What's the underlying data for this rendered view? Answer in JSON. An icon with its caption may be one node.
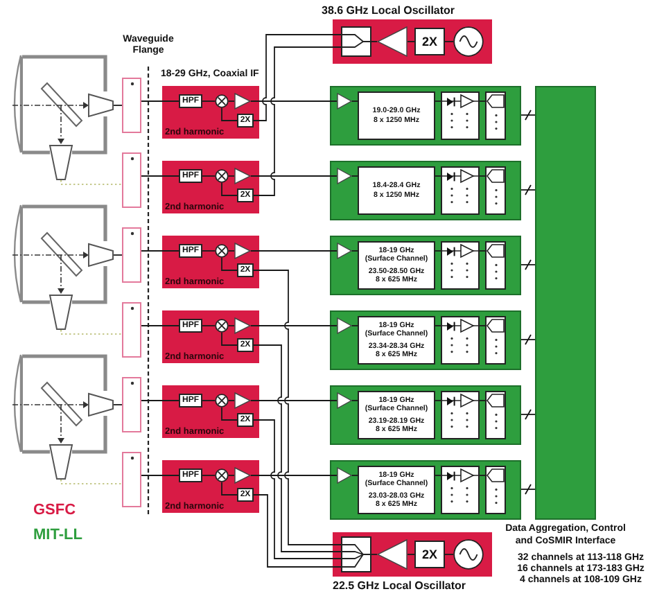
{
  "diagram": {
    "nodes": [
      {
        "text": [],
        "shape": "picture"
      },
      {
        "text": [],
        "shape": "picture"
      },
      {
        "text": [],
        "shape": "picture"
      },
      {
        "text": [],
        "shape": "box"
      },
      {
        "text": [],
        "shape": "box"
      },
      {
        "text": [],
        "shape": "box"
      },
      {
        "text": [],
        "shape": "box"
      },
      {
        "text": [],
        "shape": "box"
      },
      {
        "text": [],
        "shape": "box"
      },
      {
        "text": [
          "38.6 GHz Local Oscillator"
        ]
      },
      {
        "text": [],
        "shape": "box",
        "in": 9
      },
      {
        "text": [],
        "shape": "triangle",
        "in": 9
      },
      {
        "text": [
          "2X"
        ],
        "in": 9
      },
      {
        "text": [],
        "shape": "circle",
        "in": 9
      },
      {
        "text": [
          "2nd harmonic"
        ]
      },
      {
        "text": [
          "HPF"
        ],
        "in": 14
      },
      {
        "text": [],
        "shape": "circle",
        "in": 14
      },
      {
        "text": [],
        "shape": "triangle",
        "in": 14
      },
      {
        "text": [
          "2X"
        ],
        "in": 14
      },
      {
        "text": [
          "2nd harmonic"
        ]
      },
      {
        "text": [
          "HPF"
        ],
        "in": 19
      },
      {
        "text": [],
        "shape": "circle",
        "in": 19
      },
      {
        "text": [],
        "shape": "triangle",
        "in": 19
      },
      {
        "text": [
          "2X"
        ],
        "in": 19
      },
      {
        "text": [
          "2nd harmonic"
        ]
      },
      {
        "text": [
          "HPF"
        ],
        "in": 24
      },
      {
        "text": [],
        "shape": "circle",
        "in": 24
      },
      {
        "text": [],
        "shape": "triangle",
        "in": 24
      },
      {
        "text": [
          "2X"
        ],
        "in": 24
      },
      {
        "text": [
          "2nd harmonic"
        ]
      },
      {
        "text": [
          "HPF"
        ],
        "in": 29
      },
      {
        "text": [],
        "shape": "circle",
        "in": 29
      },
      {
        "text": [],
        "shape": "triangle",
        "in": 29
      },
      {
        "text": [
          "2X"
        ],
        "in": 29
      },
      {
        "text": [
          "2nd harmonic"
        ]
      },
      {
        "text": [
          "HPF"
        ],
        "in": 34
      },
      {
        "text": [],
        "shape": "circle",
        "in": 34
      },
      {
        "text": [],
        "shape": "triangle",
        "in": 34
      },
      {
        "text": [
          "2X"
        ],
        "in": 34
      },
      {
        "text": [
          "2nd harmonic"
        ]
      },
      {
        "text": [
          "HPF"
        ],
        "in": 39
      },
      {
        "text": [],
        "shape": "circle",
        "in": 39
      },
      {
        "text": [],
        "shape": "triangle",
        "in": 39
      },
      {
        "text": [
          "2X"
        ],
        "in": 39
      },
      {
        "text": [],
        "shape": "box"
      },
      {
        "text": [],
        "shape": "triangle",
        "in": 44
      },
      {
        "text": [
          "19.0-29.0 GHz 8 x 1250 MHz"
        ],
        "in": 44
      },
      {
        "text": [],
        "shape": "box",
        "in": 44
      },
      {
        "text": [],
        "shape": "box",
        "in": 44
      },
      {
        "text": [],
        "shape": "box"
      },
      {
        "text": [],
        "shape": "triangle",
        "in": 49
      },
      {
        "text": [
          "18.4-28.4 GHz 8 x 1250 MHz"
        ],
        "in": 49
      },
      {
        "text": [],
        "shape": "box",
        "in": 49
      },
      {
        "text": [],
        "shape": "box",
        "in": 49
      },
      {
        "text": [],
        "shape": "box"
      },
      {
        "text": [],
        "shape": "triangle",
        "in": 54
      },
      {
        "text": [
          "18-19 GHz (Surface Channel)",
          "23.50-28.50 GHz 8 x 625 MHz"
        ],
        "in": 54
      },
      {
        "text": [],
        "shape": "box",
        "in": 54
      },
      {
        "text": [],
        "shape": "box",
        "in": 54
      },
      {
        "text": [],
        "shape": "box"
      },
      {
        "text": [],
        "shape": "triangle",
        "in": 59
      },
      {
        "text": [
          "18-19 GHz (Surface Channel)",
          "23.34-28.34 GHz 8 x 625 MHz"
        ],
        "in": 59
      },
      {
        "text": [],
        "shape": "box",
        "in": 59
      },
      {
        "text": [],
        "shape": "box",
        "in": 59
      },
      {
        "text": [],
        "shape": "box"
      },
      {
        "text": [],
        "shape": "triangle",
        "in": 64
      },
      {
        "text": [
          "18-19 GHz (Surface Channel)",
          "23.19-28.19 GHz 8 x 625 MHz"
        ],
        "in": 64
      },
      {
        "text": [],
        "shape": "box",
        "in": 64
      },
      {
        "text": [],
        "shape": "box",
        "in": 64
      },
      {
        "text": [],
        "shape": "box"
      },
      {
        "text": [],
        "shape": "triangle",
        "in": 69
      },
      {
        "text": [
          "18-19 GHz (Surface Channel)",
          "23.03-28.03 GHz 8 x 625 MHz"
        ],
        "in": 69
      },
      {
        "text": [],
        "shape": "box",
        "in": 69
      },
      {
        "text": [],
        "shape": "box",
        "in": 69
      },
      {
        "text": [
          "Data Aggregation, Control and CoSMIR Interface"
        ]
      },
      {
        "text": [
          "22.5 GHz Local Oscillator"
        ]
      },
      {
        "text": [],
        "shape": "box",
        "in": 75
      },
      {
        "text": [],
        "shape": "triangle",
        "in": 75
      },
      {
        "text": [
          "2X"
        ],
        "in": 75
      },
      {
        "text": [],
        "shape": "circle",
        "in": 75
      }
    ],
    "edges": [
      {
        "from": 0,
        "to": 3,
        "arrow": "none"
      },
      {
        "from": 0,
        "to": 4,
        "arrow": "none",
        "style": "dashed",
        "color": "#c5c98c"
      },
      {
        "from": 1,
        "to": 5,
        "arrow": "none"
      },
      {
        "from": 1,
        "to": 6,
        "arrow": "none",
        "style": "dashed",
        "color": "#c5c98c"
      },
      {
        "from": 2,
        "to": 7,
        "arrow": "none"
      },
      {
        "from": 2,
        "to": 8,
        "arrow": "none",
        "style": "dashed",
        "color": "#c5c98c"
      },
      {
        "from": 3,
        "to": 15,
        "arrow": "none"
      },
      {
        "from": 15,
        "to": 16,
        "arrow": "none"
      },
      {
        "from": 18,
        "to": 16,
        "arrow": "none"
      },
      {
        "from": 16,
        "to": 17,
        "arrow": "none"
      },
      {
        "from": 17,
        "to": 45,
        "arrow": "none"
      },
      {
        "from": 45,
        "to": 46,
        "arrow": "none"
      },
      {
        "from": 46,
        "to": 47,
        "arrow": "none"
      },
      {
        "from": 47,
        "to": 48,
        "arrow": "none"
      },
      {
        "from": 44,
        "to": 74,
        "arrow": "none"
      },
      {
        "from": 4,
        "to": 20,
        "arrow": "none"
      },
      {
        "from": 20,
        "to": 21,
        "arrow": "none"
      },
      {
        "from": 23,
        "to": 21,
        "arrow": "none"
      },
      {
        "from": 21,
        "to": 22,
        "arrow": "none"
      },
      {
        "from": 22,
        "to": 50,
        "arrow": "none"
      },
      {
        "from": 50,
        "to": 51,
        "arrow": "none"
      },
      {
        "from": 51,
        "to": 52,
        "arrow": "none"
      },
      {
        "from": 52,
        "to": 53,
        "arrow": "none"
      },
      {
        "from": 49,
        "to": 74,
        "arrow": "none"
      },
      {
        "from": 5,
        "to": 25,
        "arrow": "none"
      },
      {
        "from": 25,
        "to": 26,
        "arrow": "none"
      },
      {
        "from": 28,
        "to": 26,
        "arrow": "none"
      },
      {
        "from": 26,
        "to": 27,
        "arrow": "none"
      },
      {
        "from": 27,
        "to": 55,
        "arrow": "none"
      },
      {
        "from": 55,
        "to": 56,
        "arrow": "none"
      },
      {
        "from": 56,
        "to": 57,
        "arrow": "none"
      },
      {
        "from": 57,
        "to": 58,
        "arrow": "none"
      },
      {
        "from": 54,
        "to": 74,
        "arrow": "none"
      },
      {
        "from": 6,
        "to": 30,
        "arrow": "none"
      },
      {
        "from": 30,
        "to": 31,
        "arrow": "none"
      },
      {
        "from": 33,
        "to": 31,
        "arrow": "none"
      },
      {
        "from": 31,
        "to": 32,
        "arrow": "none"
      },
      {
        "from": 32,
        "to": 60,
        "arrow": "none"
      },
      {
        "from": 60,
        "to": 61,
        "arrow": "none"
      },
      {
        "from": 61,
        "to": 62,
        "arrow": "none"
      },
      {
        "from": 62,
        "to": 63,
        "arrow": "none"
      },
      {
        "from": 59,
        "to": 74,
        "arrow": "none"
      },
      {
        "from": 7,
        "to": 35,
        "arrow": "none"
      },
      {
        "from": 35,
        "to": 36,
        "arrow": "none"
      },
      {
        "from": 38,
        "to": 36,
        "arrow": "none"
      },
      {
        "from": 36,
        "to": 37,
        "arrow": "none"
      },
      {
        "from": 37,
        "to": 65,
        "arrow": "none"
      },
      {
        "from": 65,
        "to": 66,
        "arrow": "none"
      },
      {
        "from": 66,
        "to": 67,
        "arrow": "none"
      },
      {
        "from": 67,
        "to": 68,
        "arrow": "none"
      },
      {
        "from": 64,
        "to": 74,
        "arrow": "none"
      },
      {
        "from": 8,
        "to": 40,
        "arrow": "none"
      },
      {
        "from": 40,
        "to": 41,
        "arrow": "none"
      },
      {
        "from": 43,
        "to": 41,
        "arrow": "none"
      },
      {
        "from": 41,
        "to": 42,
        "arrow": "none"
      },
      {
        "from": 42,
        "to": 70,
        "arrow": "none"
      },
      {
        "from": 70,
        "to": 71,
        "arrow": "none"
      },
      {
        "from": 71,
        "to": 72,
        "arrow": "none"
      },
      {
        "from": 72,
        "to": 73,
        "arrow": "none"
      },
      {
        "from": 69,
        "to": 74,
        "arrow": "none"
      },
      {
        "from": 13,
        "to": 12,
        "arrow": "none"
      },
      {
        "from": 12,
        "to": 11,
        "arrow": "none"
      },
      {
        "from": 11,
        "to": 10,
        "arrow": "none"
      },
      {
        "from": 10,
        "to": 18,
        "arrow": "none"
      },
      {
        "from": 10,
        "to": 23,
        "arrow": "none"
      },
      {
        "from": 79,
        "to": 78,
        "arrow": "none"
      },
      {
        "from": 78,
        "to": 77,
        "arrow": "none"
      },
      {
        "from": 77,
        "to": 76,
        "arrow": "none"
      },
      {
        "from": 76,
        "to": 28,
        "arrow": "none"
      },
      {
        "from": 76,
        "to": 33,
        "arrow": "none"
      },
      {
        "from": 76,
        "to": 38,
        "arrow": "none"
      },
      {
        "from": 76,
        "to": 43,
        "arrow": "none"
      }
    ],
    "labels": [
      "Waveguide Flange",
      "18-29 GHz, Coaxial IF",
      "32 channels at 113-118 GHz",
      "16 channels at 173-183 GHz",
      "4 channels at 108-109 GHz"
    ],
    "legend": [
      {
        "text": "GSFC",
        "color": "#d81b45"
      },
      {
        "text": "MIT-LL",
        "color": "#2e9e3e"
      }
    ]
  }
}
